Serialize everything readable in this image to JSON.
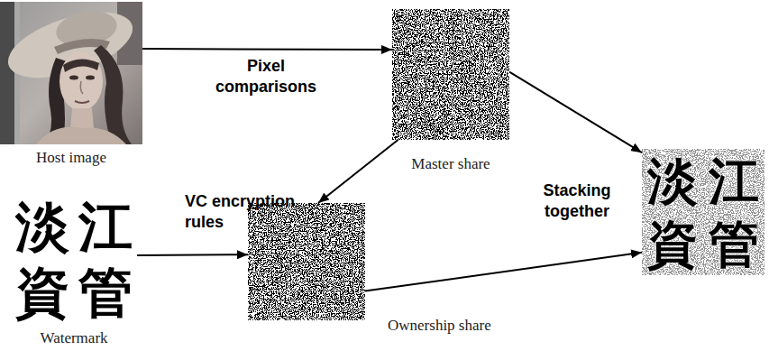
{
  "diagram": {
    "nodes": [
      {
        "text": [
          "Host image"
        ]
      },
      {
        "text": [
          "Master share"
        ]
      },
      {
        "text": [
          "淡",
          "江",
          "資",
          "管",
          "Watermark"
        ]
      },
      {
        "text": [
          "Ownership share"
        ]
      },
      {
        "text": [
          "淡",
          "江",
          "資",
          "管"
        ]
      }
    ],
    "edges": [
      {
        "from": 0,
        "to": 1,
        "arrow": "to",
        "label": "Pixel comparisons"
      },
      {
        "from": 1,
        "to": 3,
        "arrow": "to"
      },
      {
        "from": 2,
        "to": 3,
        "arrow": "to"
      },
      {
        "from": 1,
        "to": 4,
        "arrow": "to"
      },
      {
        "from": 3,
        "to": 4,
        "arrow": "to"
      }
    ],
    "labels": [
      "VC encryption rules",
      "Stacking together"
    ]
  }
}
